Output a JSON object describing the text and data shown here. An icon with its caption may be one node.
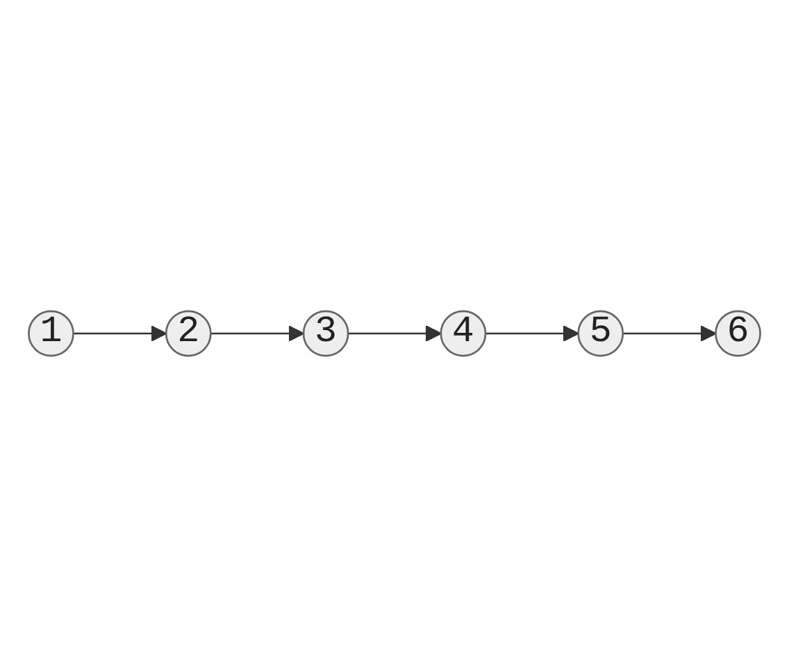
{
  "diagram": {
    "nodes": [
      {
        "text": [
          "1"
        ]
      },
      {
        "text": [
          "2"
        ]
      },
      {
        "text": [
          "3"
        ]
      },
      {
        "text": [
          "4"
        ]
      },
      {
        "text": [
          "5"
        ]
      },
      {
        "text": [
          "6"
        ]
      }
    ],
    "edges": [
      {
        "from": 0,
        "to": 1,
        "arrow": "to"
      },
      {
        "from": 1,
        "to": 2,
        "arrow": "to"
      },
      {
        "from": 2,
        "to": 3,
        "arrow": "to"
      },
      {
        "from": 3,
        "to": 4,
        "arrow": "to"
      },
      {
        "from": 4,
        "to": 5,
        "arrow": "to"
      }
    ]
  }
}
